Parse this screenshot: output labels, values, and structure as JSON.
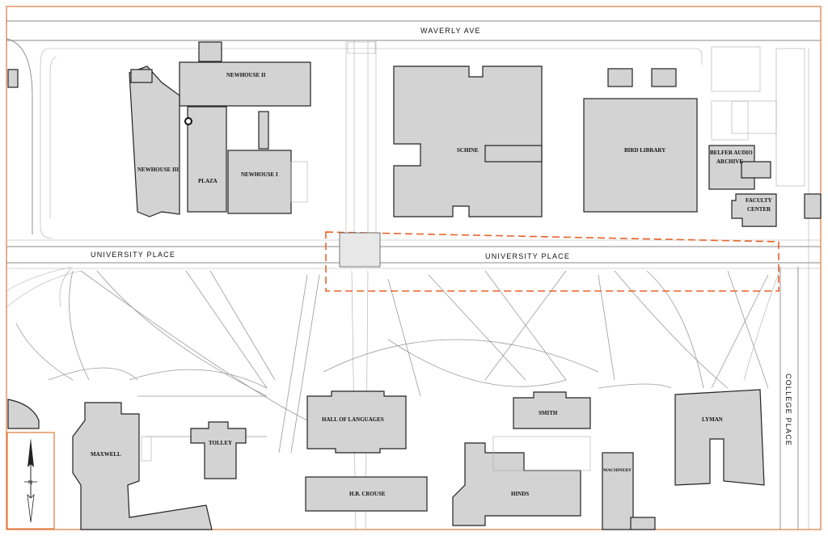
{
  "streets": {
    "north": "WAVERLY  AVE",
    "west_segment": "UNIVERSITY PLACE",
    "east_segment": "UNIVERSITY   PLACE",
    "east_side": "COLLEGE PLACE"
  },
  "buildings": {
    "newhouse_ii": "NEWHOUSE II",
    "newhouse_iii": "NEWHOUSE III",
    "plaza": "PLAZA",
    "newhouse_i": "NEWHOUSE I",
    "schine": "SCHINE",
    "bird_library": "BIRD LIBRARY",
    "belfer_line1": "BELFER AUDIO",
    "belfer_line2": "ARCHIVE",
    "faculty_line1": "FACULTY",
    "faculty_line2": "CENTER",
    "hall_of_languages": "HALL OF LANGUAGES",
    "smith": "SMITH",
    "lyman": "LYMAN",
    "maxwell": "MAXWELL",
    "tolley": "TOLLEY",
    "hb_crouse": "H.B. CROUSE",
    "hinds": "HINDS",
    "machinery": "MACHINERY"
  },
  "compass": {
    "north_letter": "N"
  },
  "colors": {
    "frame": "#e07a3c",
    "highlight": "#e8622a",
    "building_fill": "#d3d3d3",
    "building_stroke": "#222222"
  }
}
